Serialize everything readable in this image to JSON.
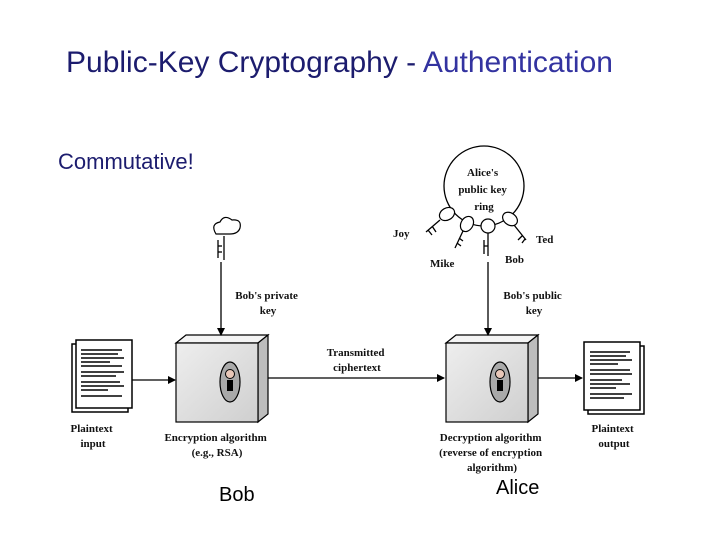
{
  "title": {
    "main": "Public-Key Cryptography - ",
    "accent": "Authentication"
  },
  "subtitle": "Commutative!",
  "diagram": {
    "key_ring": [
      "Alice's",
      "public key",
      "ring"
    ],
    "key_owners": {
      "joy": "Joy",
      "mike": "Mike",
      "bob": "Bob",
      "ted": "Ted"
    },
    "bob_private_key": [
      "Bob's private",
      "key"
    ],
    "bob_public_key": [
      "Bob's public",
      "key"
    ],
    "transmitted": [
      "Transmitted",
      "ciphertext"
    ],
    "plaintext_input": [
      "Plaintext",
      "input"
    ],
    "plaintext_output": [
      "Plaintext",
      "output"
    ],
    "encryption": [
      "Encryption algorithm",
      "(e.g., RSA)"
    ],
    "decryption": [
      "Decryption algorithm",
      "(reverse of encryption",
      "algorithm)"
    ],
    "sender": "Bob",
    "receiver": "Alice"
  },
  "colors": {
    "title": "#1c1c6e",
    "accent": "#3333a0"
  }
}
